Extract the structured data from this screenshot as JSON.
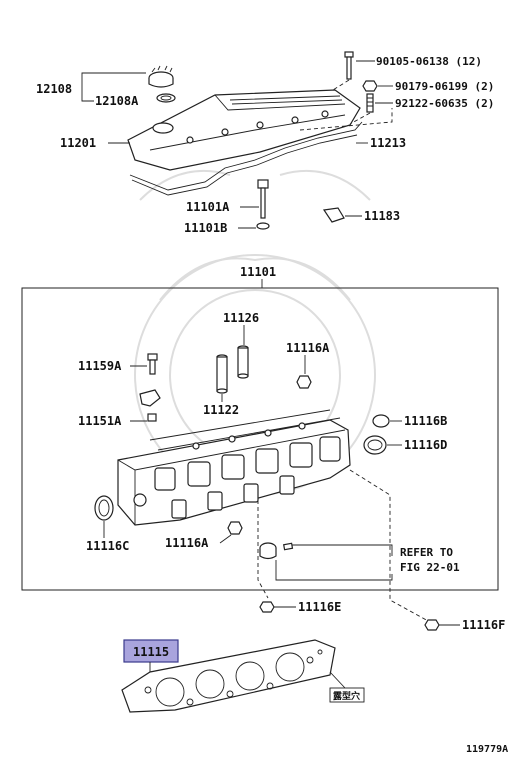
{
  "labels": {
    "p90105": "90105-06138 (12)",
    "p90179": "90179-06199 (2)",
    "p92122": "92122-60635 (2)",
    "p12108": "12108",
    "p12108a": "12108A",
    "p11201": "11201",
    "p11213": "11213",
    "p11101a": "11101A",
    "p11101b": "11101B",
    "p11183": "11183",
    "p11101": "11101",
    "p11126": "11126",
    "p11159a": "11159A",
    "p11116a_top": "11116A",
    "p11122": "11122",
    "p11151a": "11151A",
    "p11116b": "11116B",
    "p11116d": "11116D",
    "p11116c": "11116C",
    "p11116a_bottom": "11116A",
    "refer_line1": "REFER TO",
    "refer_line2": "FIG 22-01",
    "p11116e": "11116E",
    "p11116f": "11116F",
    "p11115": "11115",
    "jp_tag": "露型穴",
    "figure_id": "119779A"
  },
  "colors": {
    "highlight_fill": "#a9a4dd",
    "highlight_border": "#3a3a8c",
    "line": "#222222"
  }
}
